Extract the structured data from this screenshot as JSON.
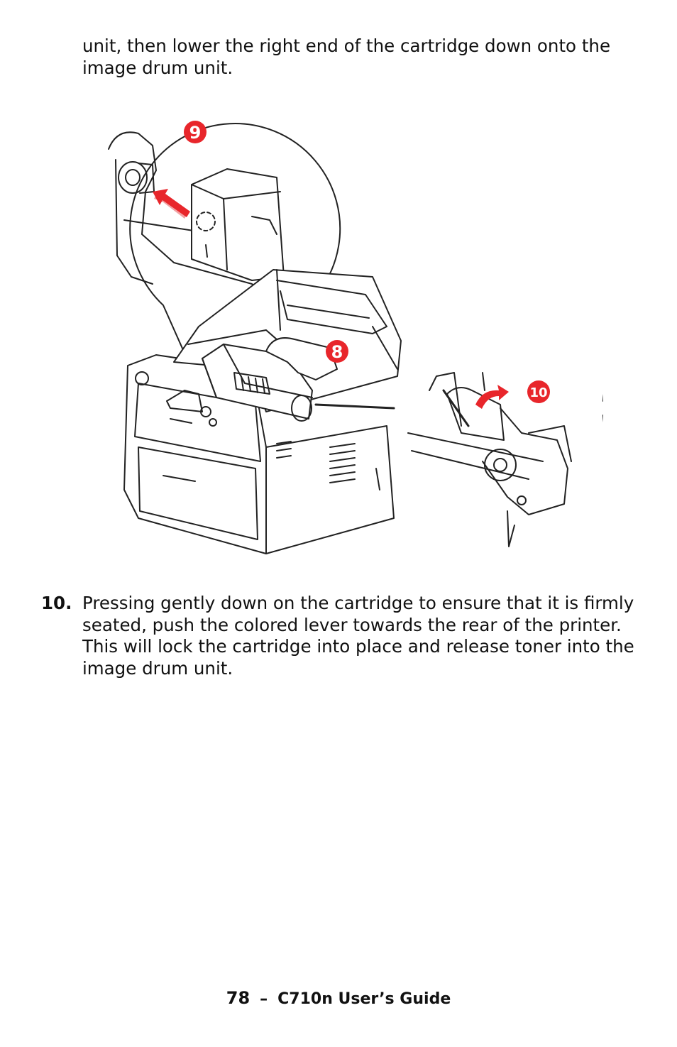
{
  "intro_text": "unit, then lower the right end of the cartridge down onto the image drum unit.",
  "step": {
    "number": "10.",
    "text": "Pressing gently down on the cartridge to ensure that it is firmly seated, push the colored lever towards the rear of the printer. This will lock the cartridge into place and release toner into the image drum unit."
  },
  "figure": {
    "callouts": [
      "9",
      "8",
      "10"
    ],
    "accent_color": "#e8262b"
  },
  "footer": {
    "page_number": "78",
    "separator": "–",
    "guide_title": "C710n User’s Guide"
  }
}
